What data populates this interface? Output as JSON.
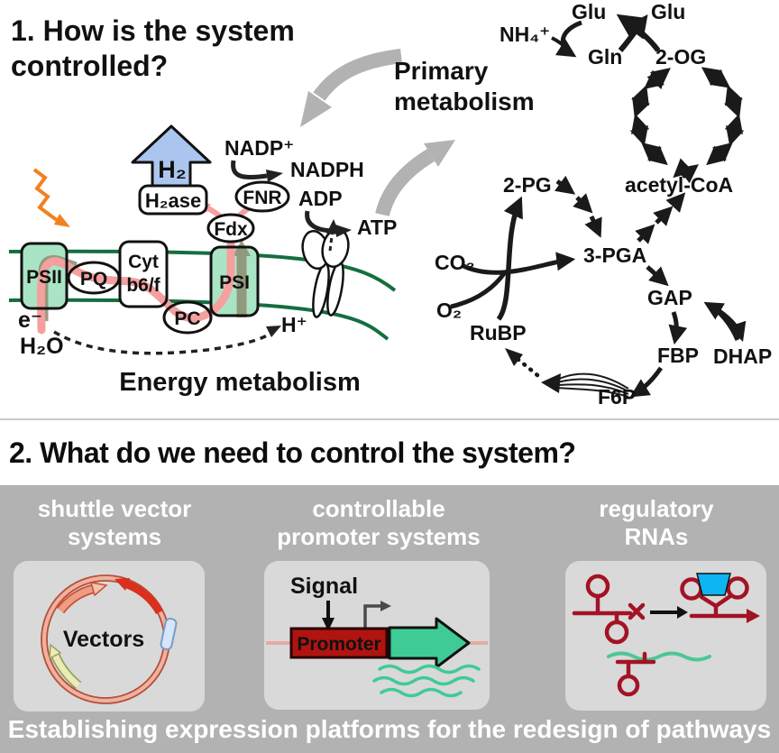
{
  "colors": {
    "red_text": "#ee1c12",
    "gray_arrow": "#b2b2b2",
    "membrane_green": "#156e3f",
    "photosystem_fill": "#a9e5c5",
    "electron_pink": "#f59f9f",
    "h2_arrow_blue": "#abc6ee",
    "light_orange": "#f28121",
    "panel_gray": "#b2b2b2",
    "card_gray": "#d9d9d9",
    "promoter_red": "#b01410",
    "gene_green": "#3fcb96",
    "rna_red": "#a31225",
    "ligand_cyan": "#0cb5f2",
    "plasmid_salmon": "#ef9d82",
    "plasmid_red": "#d9311e",
    "plasmid_yellow": "#e9ecb4"
  },
  "section1": {
    "title_line1": "1. How is the system",
    "title_line2": "controlled?",
    "primary_label_line1": "Primary",
    "primary_label_line2": "metabolism",
    "energy_label": "Energy metabolism",
    "photo": {
      "h2": "H₂",
      "h2ase": "H₂ase",
      "nadp": "NADP⁺",
      "nadph": "NADPH",
      "fnr": "FNR",
      "fdx": "Fdx",
      "adp": "ADP",
      "atp": "ATP",
      "psii": "PSII",
      "pq": "PQ",
      "cyt_line1": "Cyt",
      "cyt_line2": "b6/f",
      "psi": "PSI",
      "pc": "PC",
      "electron": "e⁻",
      "h2o": "H₂O",
      "proton": "H⁺"
    },
    "met": {
      "glu_left": "Glu",
      "glu_right": "Glu",
      "nh4": "NH₄⁺",
      "gln": "Gln",
      "og": "2-OG",
      "acetyl_coa": "acetyl-CoA",
      "pg": "2-PG",
      "pga": "3-PGA",
      "co2": "CO₂",
      "o2": "O₂",
      "rubp": "RuBP",
      "gap": "GAP",
      "fbp": "FBP",
      "dhap": "DHAP",
      "f6p": "F6P"
    }
  },
  "section2": {
    "title": "2. What do we need to control the system?",
    "panels": [
      {
        "title_line1": "shuttle vector",
        "title_line2": "systems",
        "vector_label": "Vectors"
      },
      {
        "title_line1": "controllable",
        "title_line2": "promoter systems",
        "signal_label": "Signal",
        "promoter_label": "Promoter"
      },
      {
        "title_line1": "regulatory",
        "title_line2": "RNAs"
      }
    ],
    "caption": "Establishing expression platforms for the redesign of pathways"
  }
}
